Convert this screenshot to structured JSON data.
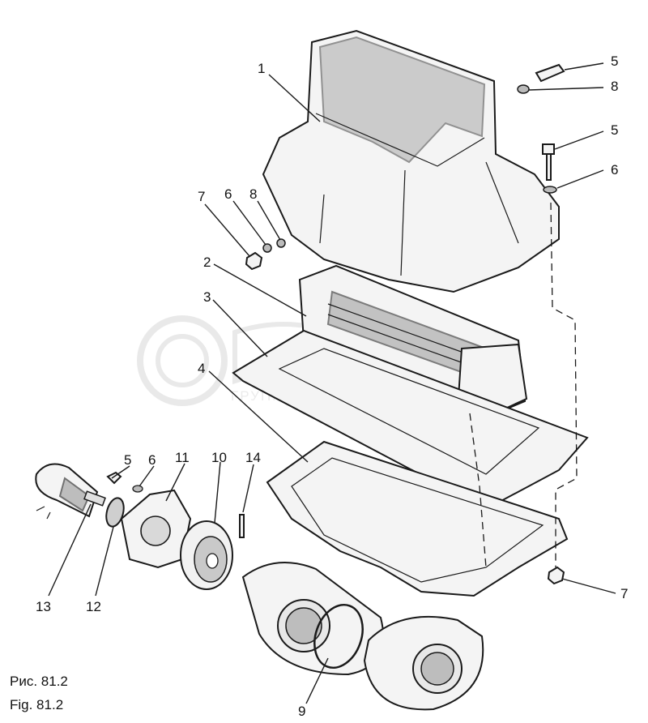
{
  "figure": {
    "caption_ru": "Рис. 81.2",
    "caption_en": "Fig. 81.2",
    "watermark_text": "ГРУППА КОМПАНИЙ"
  },
  "callouts": [
    {
      "id": "c1",
      "label": "1"
    },
    {
      "id": "c5a",
      "label": "5"
    },
    {
      "id": "c8a",
      "label": "8"
    },
    {
      "id": "c5b",
      "label": "5"
    },
    {
      "id": "c6a",
      "label": "6"
    },
    {
      "id": "c7a",
      "label": "7"
    },
    {
      "id": "c6b",
      "label": "6"
    },
    {
      "id": "c8b",
      "label": "8"
    },
    {
      "id": "c2",
      "label": "2"
    },
    {
      "id": "c3",
      "label": "3"
    },
    {
      "id": "c4",
      "label": "4"
    },
    {
      "id": "c5c",
      "label": "5"
    },
    {
      "id": "c6c",
      "label": "6"
    },
    {
      "id": "c11",
      "label": "11"
    },
    {
      "id": "c10",
      "label": "10"
    },
    {
      "id": "c14",
      "label": "14"
    },
    {
      "id": "c13",
      "label": "13"
    },
    {
      "id": "c12",
      "label": "12"
    },
    {
      "id": "c9",
      "label": "9"
    },
    {
      "id": "c7b",
      "label": "7"
    }
  ]
}
